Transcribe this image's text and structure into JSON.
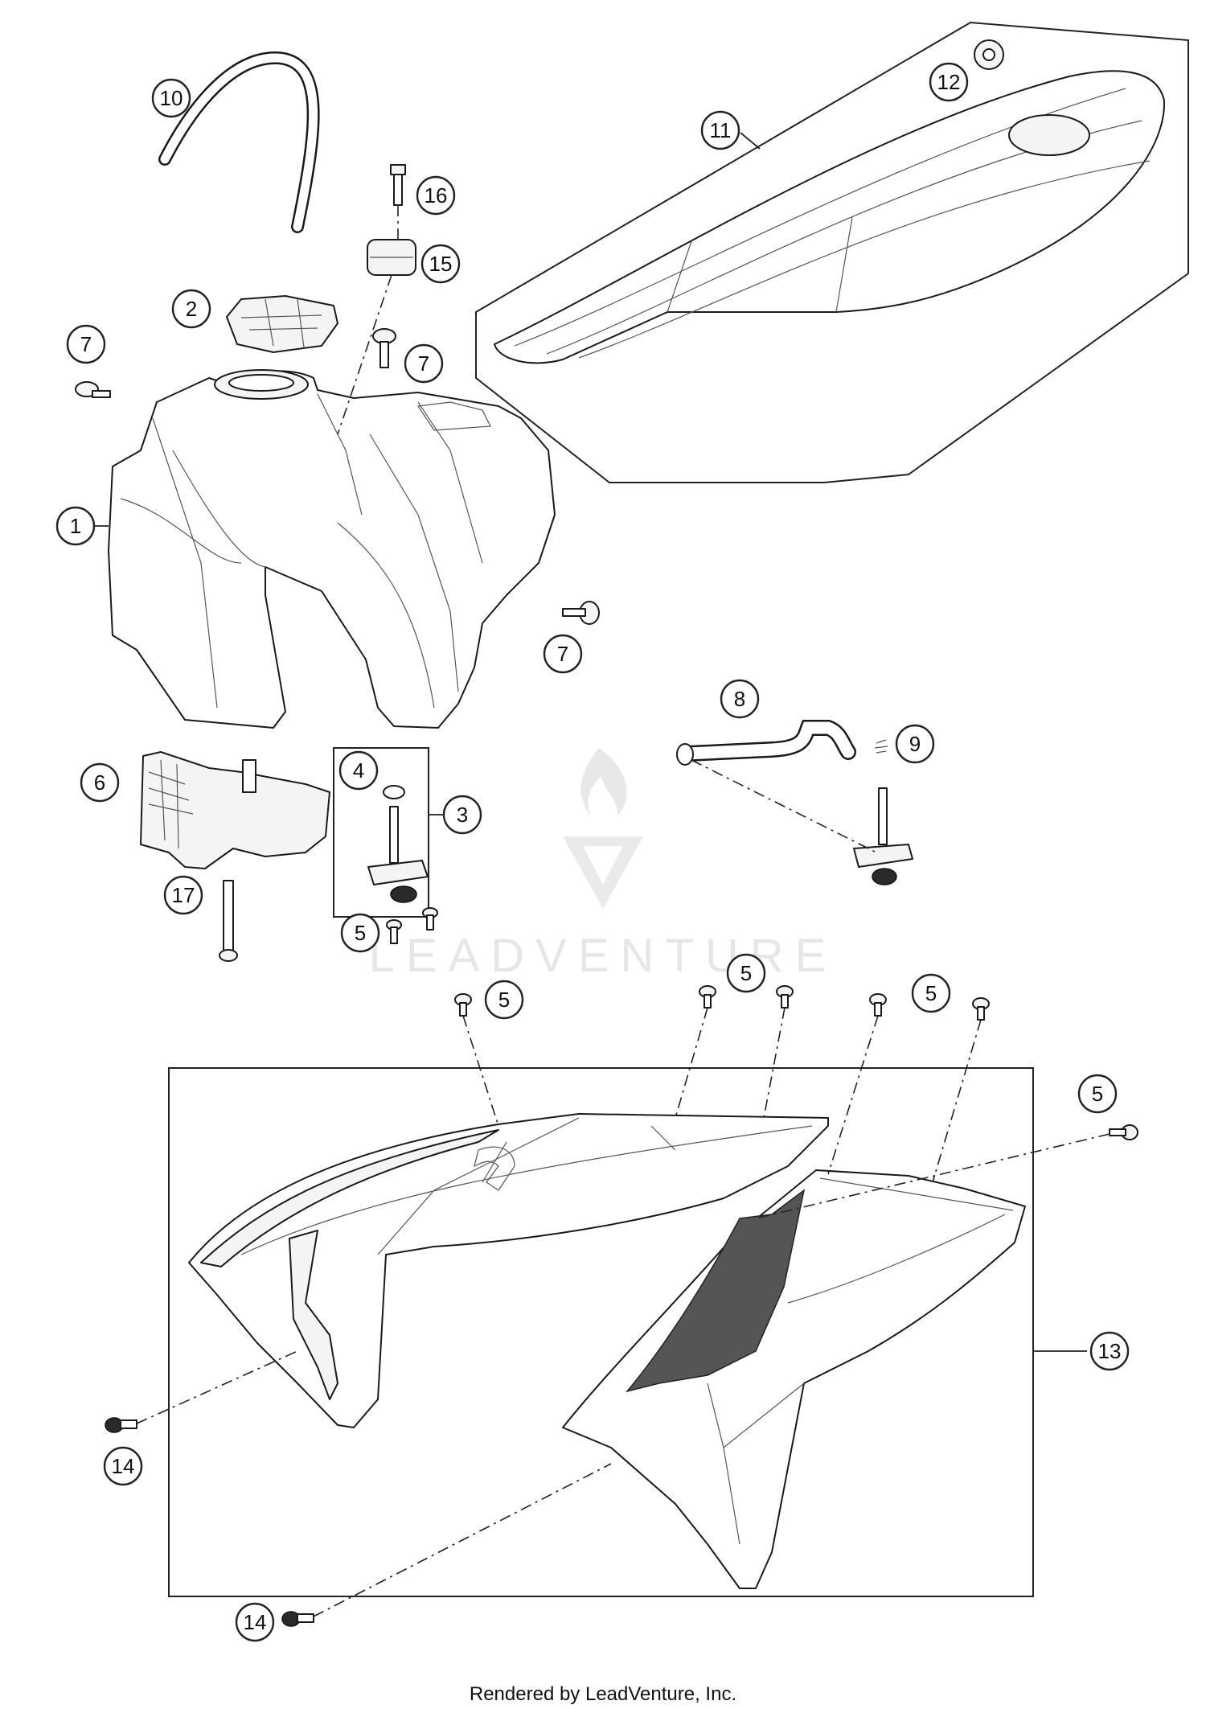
{
  "callouts": [
    {
      "id": "c1",
      "label": "1"
    },
    {
      "id": "c2",
      "label": "2"
    },
    {
      "id": "c3",
      "label": "3"
    },
    {
      "id": "c4",
      "label": "4"
    },
    {
      "id": "c5a",
      "label": "5"
    },
    {
      "id": "c5b",
      "label": "5"
    },
    {
      "id": "c5c",
      "label": "5"
    },
    {
      "id": "c5d",
      "label": "5"
    },
    {
      "id": "c5e",
      "label": "5"
    },
    {
      "id": "c6",
      "label": "6"
    },
    {
      "id": "c7a",
      "label": "7"
    },
    {
      "id": "c7b",
      "label": "7"
    },
    {
      "id": "c7c",
      "label": "7"
    },
    {
      "id": "c8",
      "label": "8"
    },
    {
      "id": "c9",
      "label": "9"
    },
    {
      "id": "c10",
      "label": "10"
    },
    {
      "id": "c11",
      "label": "11"
    },
    {
      "id": "c12",
      "label": "12"
    },
    {
      "id": "c13",
      "label": "13"
    },
    {
      "id": "c14a",
      "label": "14"
    },
    {
      "id": "c14b",
      "label": "14"
    },
    {
      "id": "c15",
      "label": "15"
    },
    {
      "id": "c16",
      "label": "16"
    },
    {
      "id": "c17",
      "label": "17"
    }
  ],
  "watermark": "LEADVENTURE",
  "credit": "Rendered by LeadVenture, Inc."
}
